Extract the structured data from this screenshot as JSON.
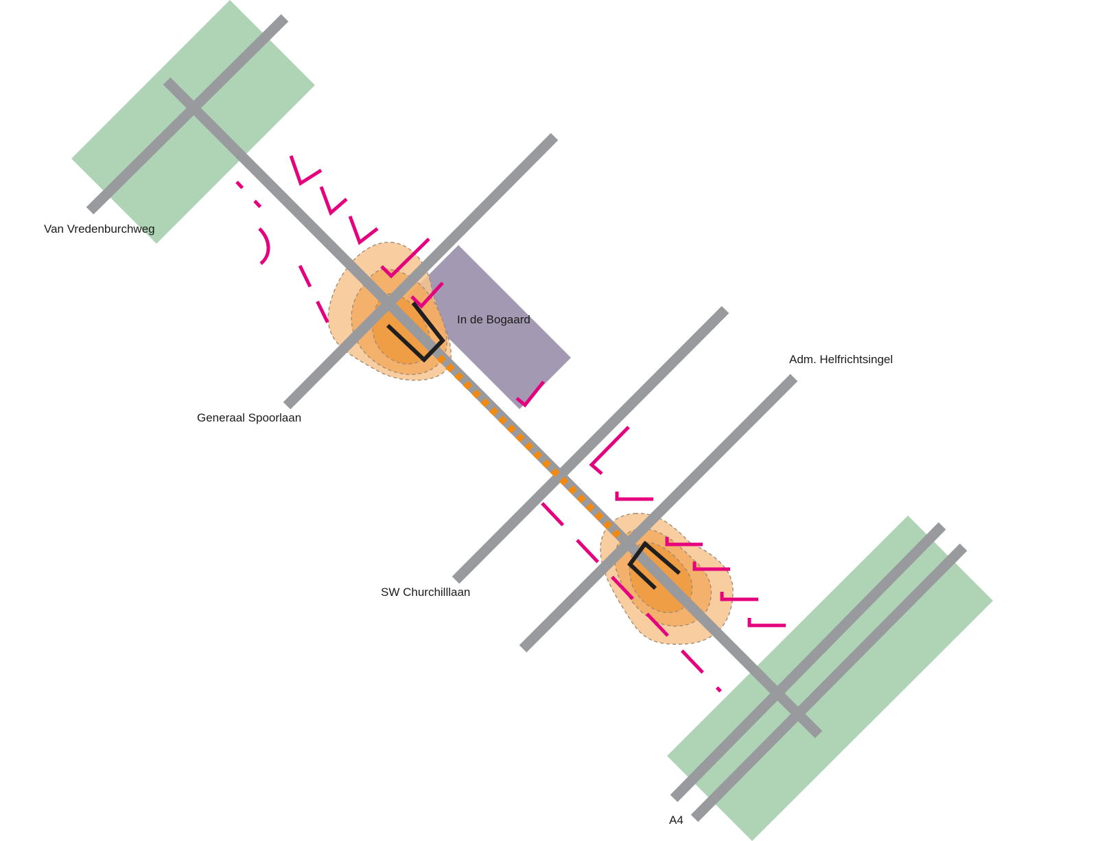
{
  "labels": {
    "van_vredenburchweg": "Van Vredenburchweg",
    "in_de_bogaard": "In de Bogaard",
    "generaal_spoorlaan": "Generaal Spoorlaan",
    "adm_helfrichtsingel": "Adm. Helfrichtsingel",
    "sw_churchilllaan": "SW Churchilllaan",
    "a4": "A4"
  },
  "colors": {
    "road": "#999a9d",
    "green_zone": "#aed3b5",
    "district": "#a399b2",
    "influence_light": "#f7c48e",
    "influence_mid": "#f3a75a",
    "influence_core": "#ef9a3c",
    "magenta_edge": "#e5007e",
    "orange_route": "#f18a12",
    "station_marker": "#1f1f1f",
    "dashed_outline": "#a08a78"
  }
}
